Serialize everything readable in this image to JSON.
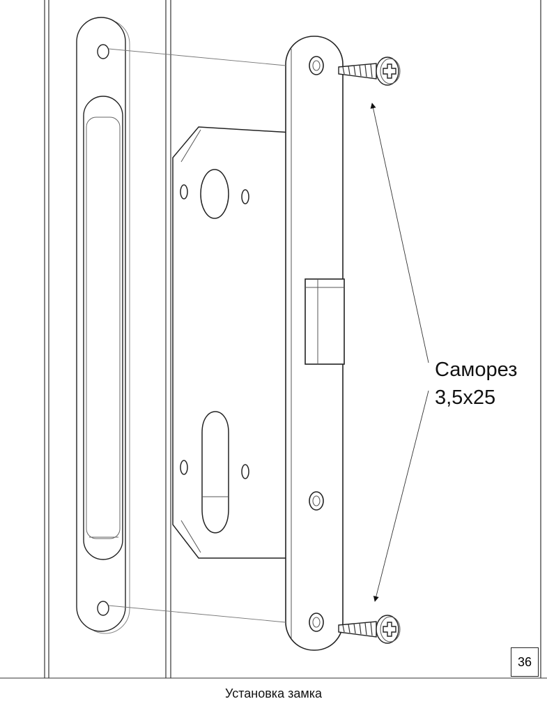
{
  "callout": {
    "line1": "Саморез",
    "line2": "3,5x25"
  },
  "page_number": "36",
  "caption": "Установка замка"
}
